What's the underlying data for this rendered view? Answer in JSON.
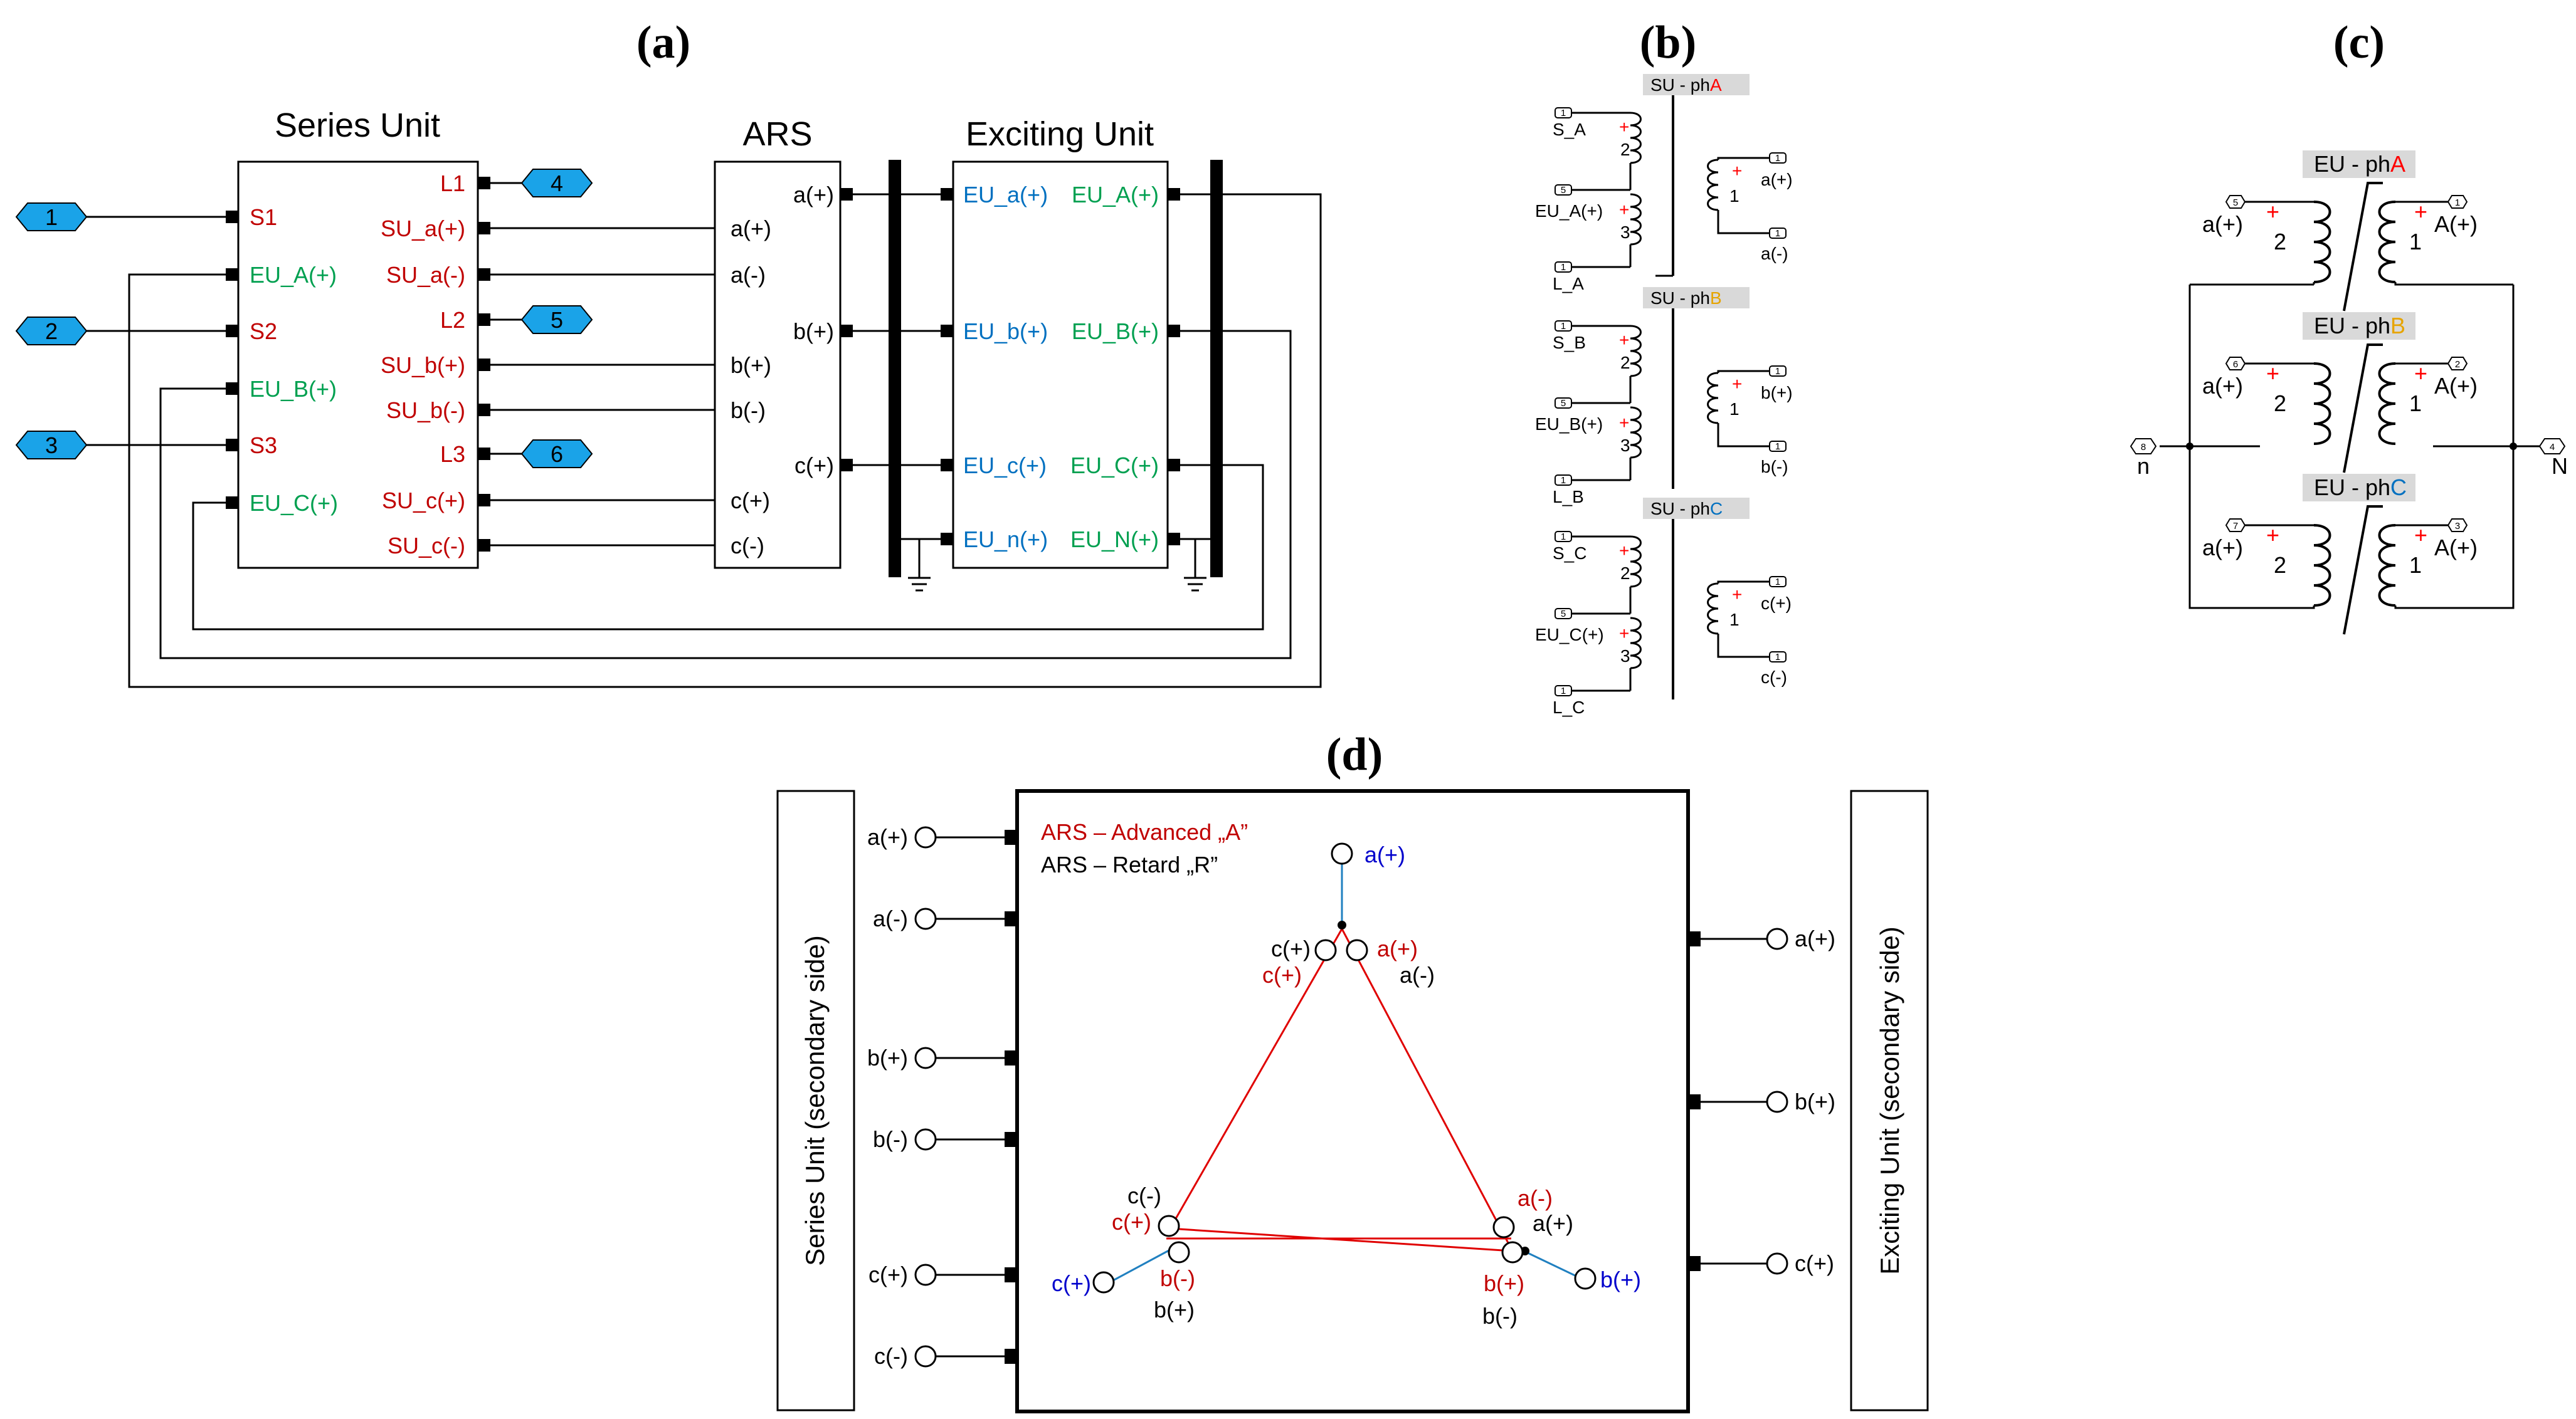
{
  "panels": {
    "a": "(a)",
    "b": "(b)",
    "c": "(c)",
    "d": "(d)"
  },
  "a": {
    "series_title": "Series Unit",
    "ars_title": "ARS",
    "exciting_title": "Exciting Unit",
    "ports": [
      "1",
      "2",
      "3",
      "4",
      "5",
      "6"
    ],
    "su_left": [
      "S1",
      "EU_A(+)",
      "S2",
      "EU_B(+)",
      "S3",
      "EU_C(+)"
    ],
    "su_right": [
      "L1",
      "SU_a(+)",
      "SU_a(-)",
      "L2",
      "SU_b(+)",
      "SU_b(-)",
      "L3",
      "SU_c(+)",
      "SU_c(-)"
    ],
    "ars_left": [
      "a(+)",
      "a(-)",
      "b(+)",
      "b(-)",
      "c(+)",
      "c(-)"
    ],
    "ars_right": [
      "a(+)",
      "b(+)",
      "c(+)"
    ],
    "eu_left": [
      "EU_a(+)",
      "EU_b(+)",
      "EU_c(+)",
      "EU_n(+)"
    ],
    "eu_right": [
      "EU_A(+)",
      "EU_B(+)",
      "EU_C(+)",
      "EU_N(+)"
    ]
  },
  "b": {
    "groups": [
      {
        "hdr": "SU - ph",
        "ph": "A",
        "ports": [
          "S_A",
          "EU_A(+)",
          "L_A"
        ],
        "windings": [
          "2",
          "3",
          "1"
        ],
        "out": [
          "a(+)",
          "a(-)"
        ]
      },
      {
        "hdr": "SU - ph",
        "ph": "B",
        "ports": [
          "S_B",
          "EU_B(+)",
          "L_B"
        ],
        "windings": [
          "2",
          "3",
          "1"
        ],
        "out": [
          "b(+)",
          "b(-)"
        ]
      },
      {
        "hdr": "SU - ph",
        "ph": "C",
        "ports": [
          "S_C",
          "EU_C(+)",
          "L_C"
        ],
        "windings": [
          "2",
          "3",
          "1"
        ],
        "out": [
          "c(+)",
          "c(-)"
        ]
      }
    ],
    "port_nums": [
      "1",
      "5",
      "1",
      "1",
      "1"
    ],
    "plus": "+"
  },
  "c": {
    "groups": [
      {
        "hdr": "EU - ph",
        "ph": "A",
        "left": "a(+)",
        "right": "A(+)",
        "w2": "2",
        "w1": "1",
        "pl": "5",
        "pr": "1"
      },
      {
        "hdr": "EU - ph",
        "ph": "B",
        "left": "a(+)",
        "right": "A(+)",
        "w2": "2",
        "w1": "1",
        "pl": "6",
        "pr": "2"
      },
      {
        "hdr": "EU - ph",
        "ph": "C",
        "left": "a(+)",
        "right": "A(+)",
        "w2": "2",
        "w1": "1",
        "pl": "7",
        "pr": "3"
      }
    ],
    "n_left": "n",
    "n_right": "N",
    "n_port_l": "8",
    "n_port_r": "4"
  },
  "d": {
    "left_box": "Series Unit (secondary side)",
    "right_box": "Exciting Unit (secondary side)",
    "left_ports": [
      "a(+)",
      "a(-)",
      "b(+)",
      "b(-)",
      "c(+)",
      "c(-)"
    ],
    "right_ports": [
      "a(+)",
      "b(+)",
      "c(+)"
    ],
    "legend_adv": "ARS – Advanced „A”",
    "legend_ret": "ARS – Retard „R”",
    "top": {
      "blue": "a(+)",
      "black_l": "c(+)",
      "red_l": "c(+)",
      "red_r": "a(+)",
      "black_r": "a(-)"
    },
    "bl": {
      "black_t": "c(-)",
      "red_t": "c(+)",
      "blue": "c(+)",
      "red_b": "b(-)",
      "black_b": "b(+)"
    },
    "br": {
      "red_t": "a(-)",
      "black_t": "a(+)",
      "blue": "b(+)",
      "red_b": "b(+)",
      "black_b": "b(-)"
    }
  }
}
